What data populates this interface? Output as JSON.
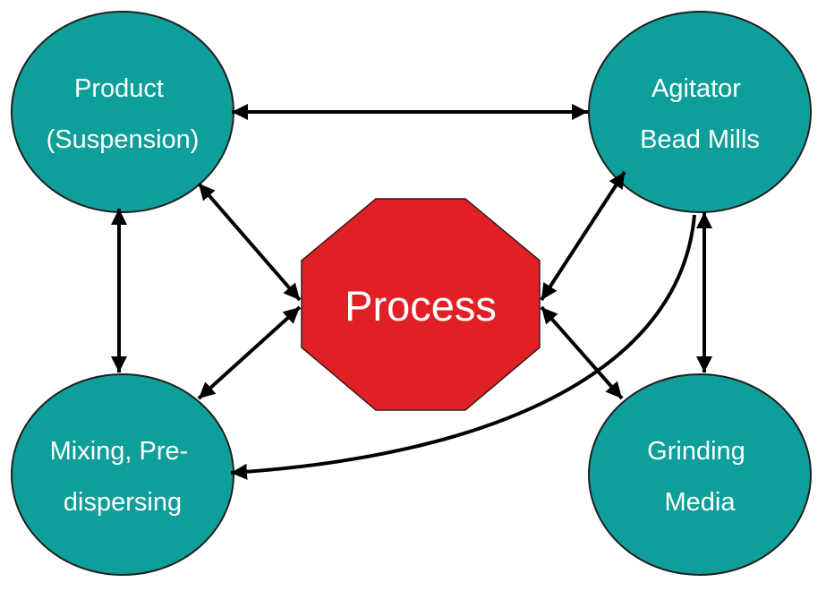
{
  "diagram": {
    "center": {
      "label": "Process",
      "shape": "octagon",
      "color": "#e02025"
    },
    "node_color": "#0f9f9b",
    "nodes": [
      {
        "id": "product",
        "lines": [
          "Product",
          "(Suspension)"
        ]
      },
      {
        "id": "agitator",
        "lines": [
          "Agitator",
          "Bead Mills"
        ]
      },
      {
        "id": "mixing",
        "lines": [
          "Mixing, Pre-",
          "dispersing"
        ]
      },
      {
        "id": "grinding",
        "lines": [
          "Grinding",
          "Media"
        ]
      }
    ],
    "connections": [
      {
        "from": "product",
        "to": "agitator",
        "direction": "both"
      },
      {
        "from": "product",
        "to": "mixing",
        "direction": "both"
      },
      {
        "from": "agitator",
        "to": "grinding",
        "direction": "both"
      },
      {
        "from": "product",
        "to": "process",
        "direction": "both"
      },
      {
        "from": "agitator",
        "to": "process",
        "direction": "both"
      },
      {
        "from": "mixing",
        "to": "process",
        "direction": "both"
      },
      {
        "from": "grinding",
        "to": "process",
        "direction": "both"
      },
      {
        "from": "agitator",
        "to": "mixing",
        "direction": "to",
        "style": "curved"
      }
    ]
  }
}
